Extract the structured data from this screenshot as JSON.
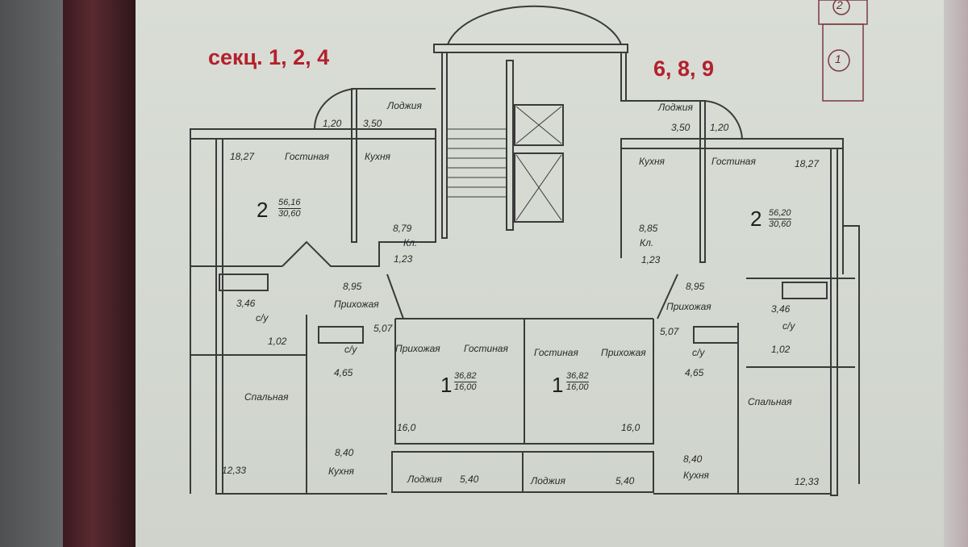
{
  "titles": {
    "left_sections": "секц. 1, 2, 4",
    "right_sections": "6, 8, 9"
  },
  "key_plan": {
    "labels": [
      "2",
      "1"
    ]
  },
  "left_apartment_2": {
    "rooms": "2",
    "total_area": "56,16",
    "living_area": "30,60",
    "loggia_label": "Лоджия",
    "loggia_area_a": "1,20",
    "loggia_area_b": "3,50",
    "living_room": "Гостиная",
    "living_room_area": "18,27",
    "kitchen": "Кухня",
    "kitchen_area": "8,79",
    "storage": "Кл.",
    "storage_area": "1,23",
    "hall": "Прихожая",
    "hall_area": "8,95",
    "bath": "с/у",
    "bath_area": "3,46",
    "wc_area": "1,02",
    "bedroom": "Спальная",
    "bedroom_area": "12,33"
  },
  "left_apartment_1": {
    "rooms": "1",
    "total_area": "36,82",
    "living_area": "16,00",
    "hall": "Прихожая",
    "hall_area": "5,07",
    "bath": "с/у",
    "bath_area": "4,65",
    "living_room": "Гостиная",
    "living_room_area": "16,0",
    "kitchen": "Кухня",
    "kitchen_area": "8,40",
    "loggia": "Лоджия",
    "loggia_area": "5,40"
  },
  "right_apartment_1": {
    "rooms": "1",
    "total_area": "36,82",
    "living_area": "16,00",
    "hall": "Прихожая",
    "hall_area": "5,07",
    "bath": "с/у",
    "bath_area": "4,65",
    "living_room": "Гостиная",
    "living_room_area": "16,0",
    "kitchen": "Кухня",
    "kitchen_area": "8,40",
    "loggia": "Лоджия",
    "loggia_area": "5,40"
  },
  "right_apartment_2": {
    "rooms": "2",
    "total_area": "56,20",
    "living_area": "30,60",
    "loggia_label": "Лоджия",
    "loggia_area_a": "3,50",
    "loggia_area_b": "1,20",
    "living_room": "Гостиная",
    "living_room_area": "18,27",
    "kitchen": "Кухня",
    "kitchen_area": "8,85",
    "storage": "Кл.",
    "storage_area": "1,23",
    "hall": "Прихожая",
    "hall_area": "8,95",
    "bath": "с/у",
    "bath_area": "3,46",
    "wc_area": "1,02",
    "bedroom": "Спальная",
    "bedroom_area": "12,33"
  }
}
